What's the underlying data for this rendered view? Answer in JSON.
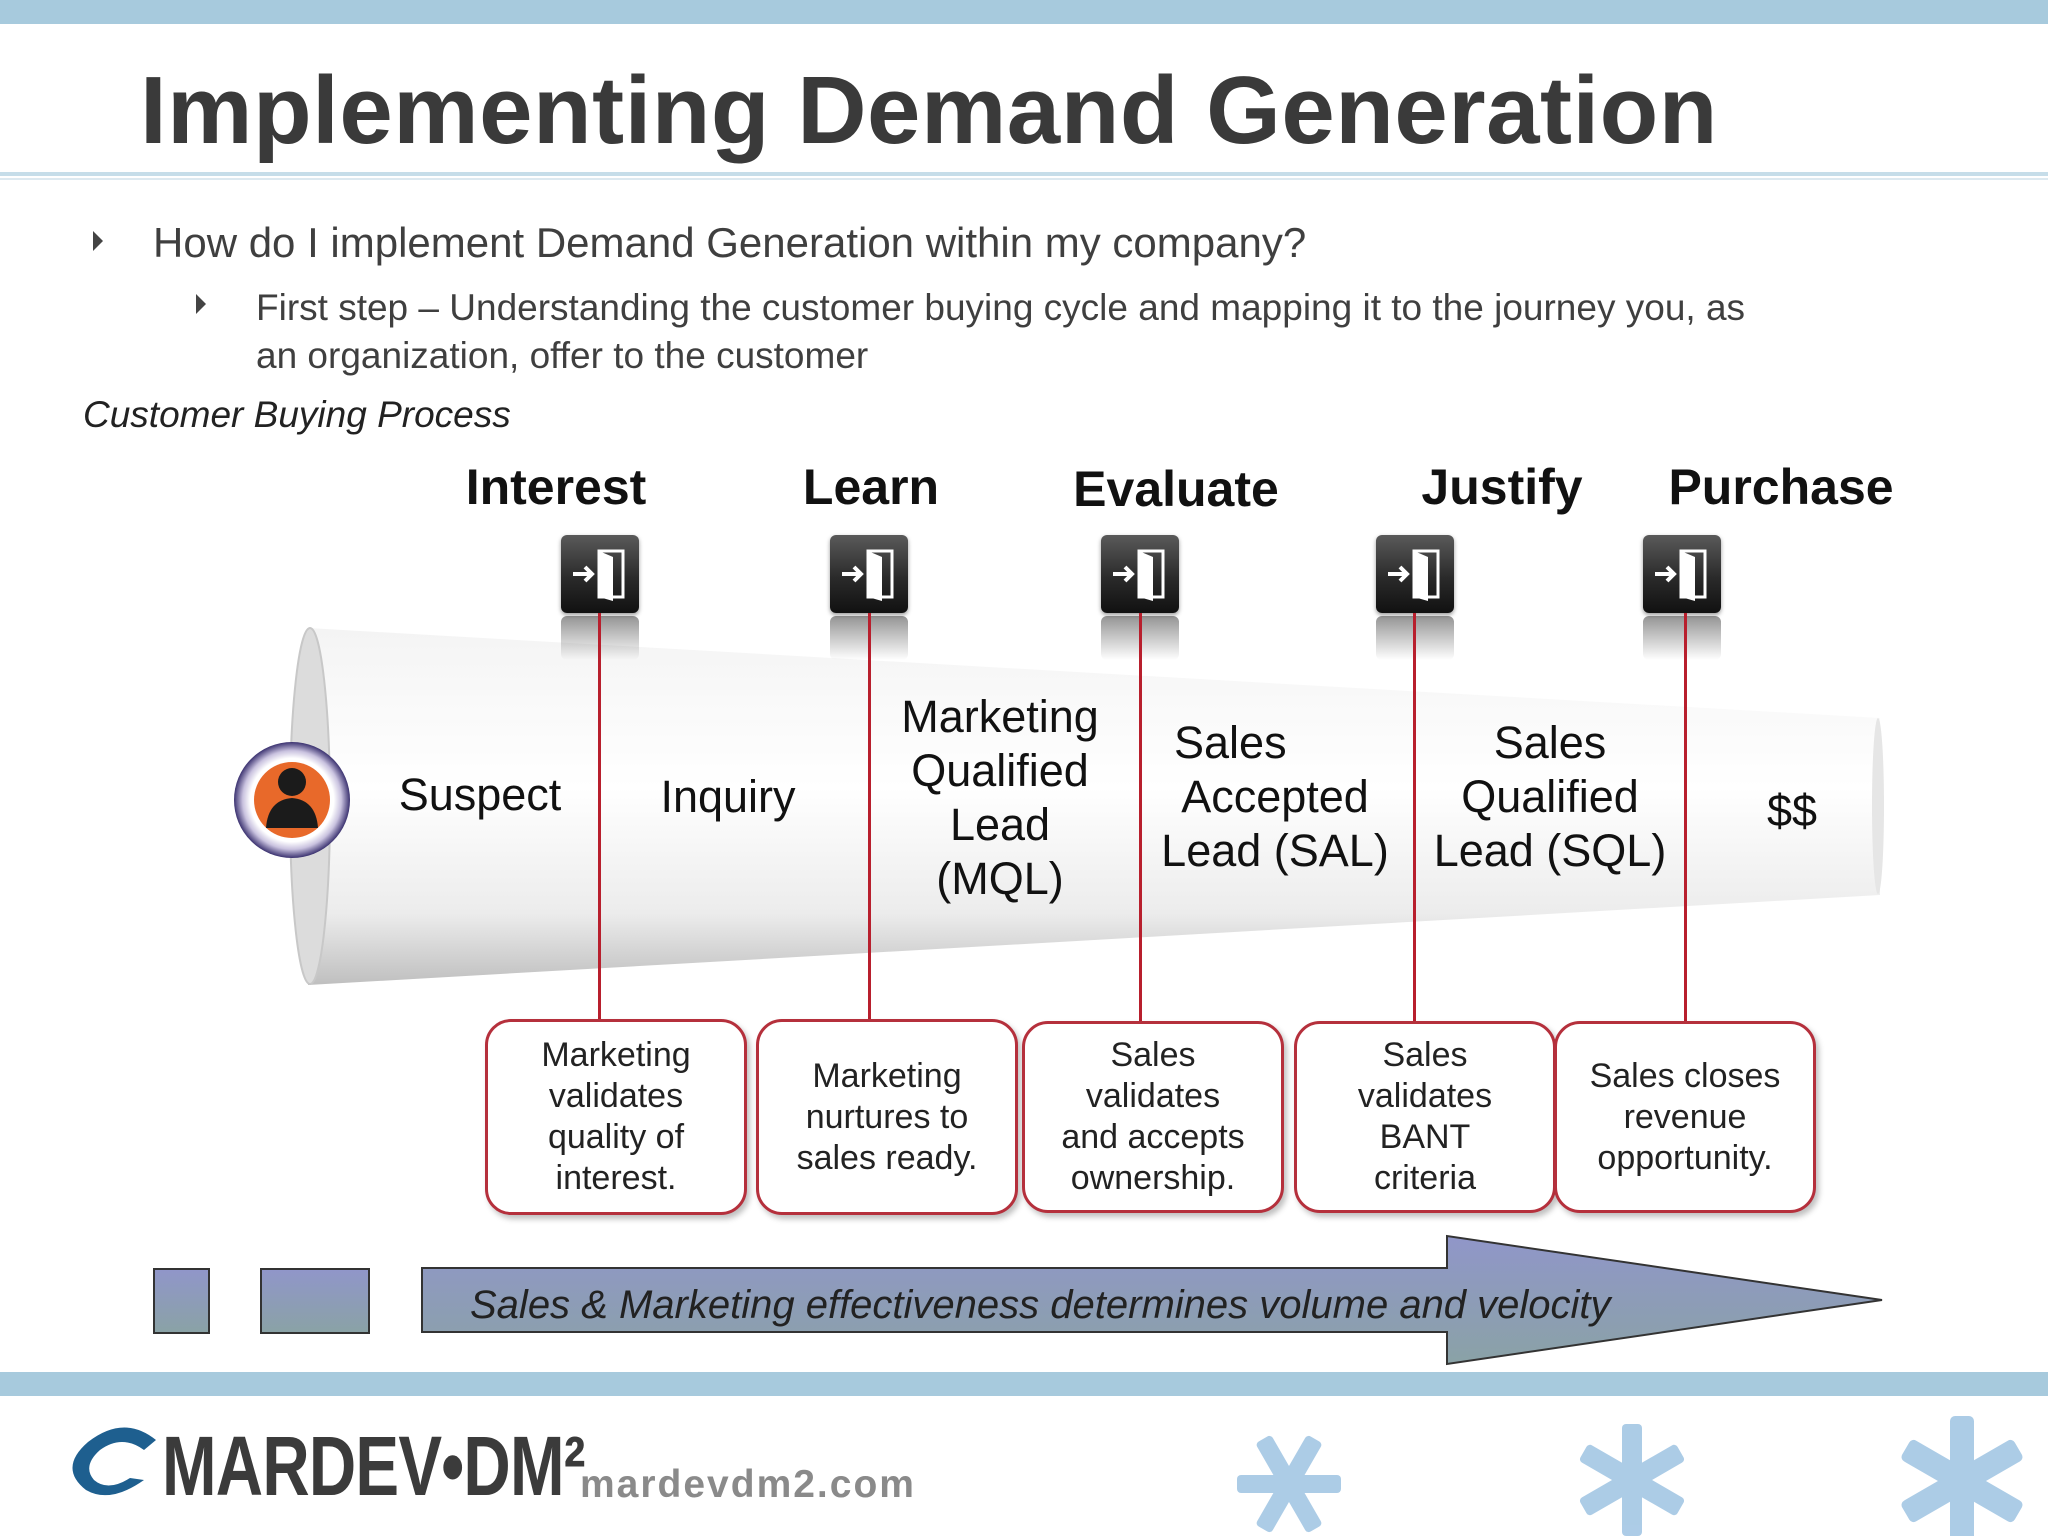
{
  "slide": {
    "title": "Implementing Demand Generation",
    "bullets": [
      {
        "text": "How do I implement Demand Generation within my company?"
      },
      {
        "text_line1": "First step – Understanding the customer buying cycle and mapping it to the journey you, as",
        "text_line2": "an organization, offer to the customer"
      }
    ],
    "subtitle": "Customer Buying Process"
  },
  "stages": [
    {
      "label": "Interest",
      "funnel_label": [
        "Suspect"
      ]
    },
    {
      "label": "Learn",
      "funnel_label": [
        "Inquiry"
      ]
    },
    {
      "label": "Evaluate",
      "funnel_label": [
        "Marketing",
        "Qualified",
        "Lead",
        "(MQL)"
      ]
    },
    {
      "label": "Justify",
      "funnel_label": [
        "Sales",
        "Accepted",
        "Lead (SAL)"
      ]
    },
    {
      "label": "Purchase",
      "funnel_label": [
        "Sales",
        "Qualified",
        "Lead (SQL)"
      ]
    }
  ],
  "funnel_end_label": "$$",
  "validation_boxes": [
    {
      "lines": [
        "Marketing",
        "validates",
        "quality of",
        "interest."
      ]
    },
    {
      "lines": [
        "Marketing",
        "nurtures to",
        "sales ready."
      ]
    },
    {
      "lines": [
        "Sales",
        "validates",
        "and accepts",
        "ownership."
      ]
    },
    {
      "lines": [
        "Sales",
        "validates",
        "BANT",
        "criteria"
      ]
    },
    {
      "lines": [
        "Sales closes",
        "revenue",
        "opportunity."
      ]
    }
  ],
  "arrow_text": "Sales & Marketing effectiveness determines volume and velocity",
  "footer": {
    "logo_text": "MARDEV•DM²",
    "website": "mardevdm2.com"
  },
  "colors": {
    "band": "#a7cadd",
    "connector_red": "#b81f2d",
    "box_border": "#b5303c",
    "arrow_top": "#9096c9",
    "arrow_bottom": "#8aa2a6",
    "snowflake": "#6aa3d3"
  },
  "icons": [
    "door-exit-icon",
    "person-avatar-icon",
    "snowflake-icon"
  ]
}
